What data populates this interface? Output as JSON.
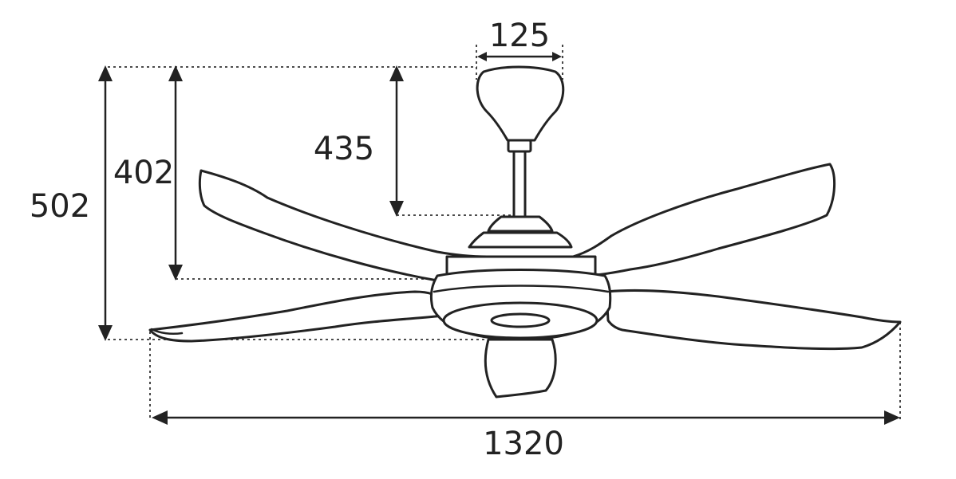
{
  "dimensions": {
    "canopy_width": "125",
    "canopy_to_blade_top": "435",
    "ceiling_to_blade": "402",
    "overall_height": "502",
    "blade_span": "1320"
  },
  "colors": {
    "line": "#222222",
    "background": "#ffffff"
  }
}
